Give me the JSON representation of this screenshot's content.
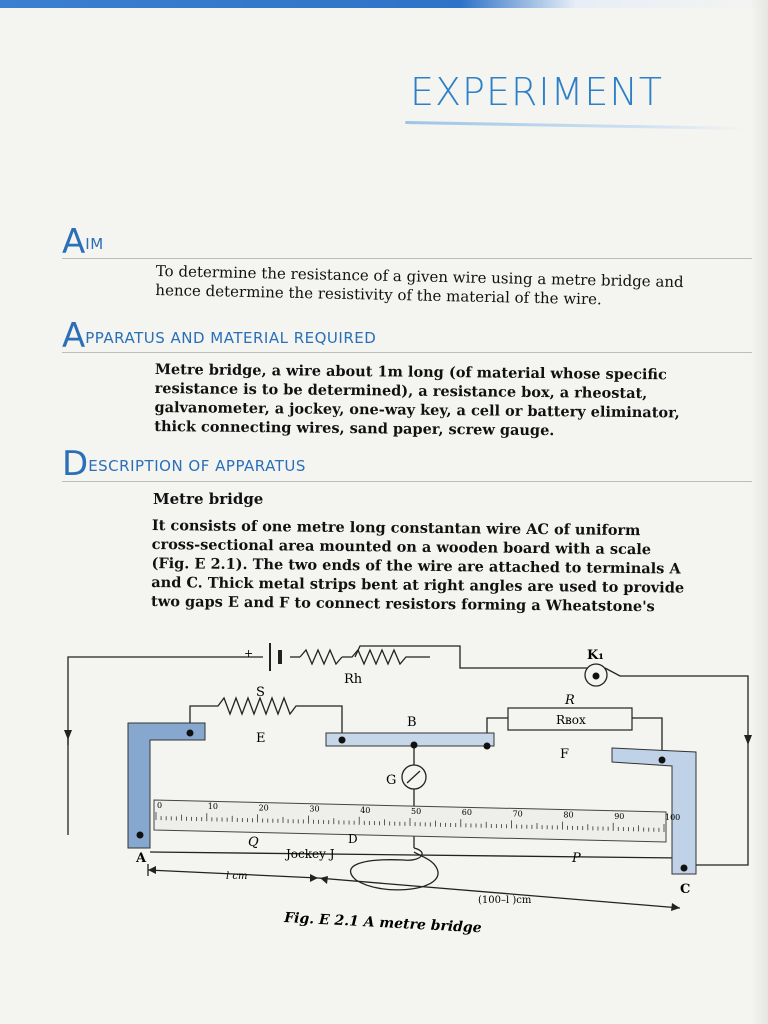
{
  "page": {
    "title": "EXPERIMENT"
  },
  "aim": {
    "heading_cap": "A",
    "heading_rest": "IM",
    "lines": [
      "To determine the resistance of a given wire using a metre bridge and",
      "hence determine the resistivity of the material of the wire."
    ]
  },
  "apparatus": {
    "heading_cap": "A",
    "heading_rest": "PPARATUS AND MATERIAL REQUIRED",
    "lines": [
      "Metre bridge, a wire about 1m long (of material whose specific",
      "resistance is to be determined), a resistance box, a rheostat,",
      "galvanometer, a jockey, one-way key, a cell or battery eliminator,",
      "thick connecting wires, sand paper, screw gauge."
    ]
  },
  "description": {
    "heading_cap": "D",
    "heading_rest": "ESCRIPTION OF APPARATUS",
    "subheading": "Metre bridge",
    "lines": [
      "It consists of one metre long constantan wire AC of uniform",
      "cross-sectional area mounted on a wooden board with a scale",
      "(Fig. E 2.1). The two ends of the wire are attached to terminals A",
      "and C. Thick metal strips bent at right angles are used to provide",
      "two gaps E and F to connect resistors forming a Wheatstone's"
    ]
  },
  "figure": {
    "caption": "Fig. E 2.1 A metre bridge",
    "labels": {
      "plus": "+",
      "rh": "Rh",
      "k1": "K₁",
      "s": "S",
      "r": "R",
      "rbox": "Rʙᴏх",
      "b": "B",
      "e": "E",
      "f": "F",
      "g": "G",
      "a": "A",
      "c": "C",
      "q": "Q",
      "p": "P",
      "d": "D",
      "jockey": "Jockey J",
      "l_cm": "l cm",
      "rest_cm": "(100–l )cm"
    },
    "scale_ticks": [
      "0",
      "10",
      "20",
      "30",
      "40",
      "50",
      "60",
      "70",
      "80",
      "90",
      "100"
    ]
  }
}
